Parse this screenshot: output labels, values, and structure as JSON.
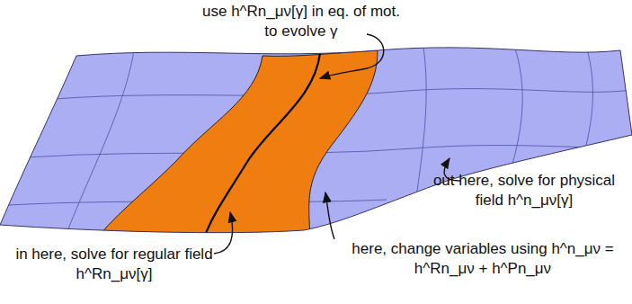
{
  "diagram": {
    "labels": [
      "use h^Rn_μν[γ] in eq. of mot. to evolve γ",
      "out here, solve for physical field h^n_μν[γ]",
      "here, change variables using h^n_μν = h^Rn_μν + h^Pn_μν",
      "in here, solve for regular field h^Rn_μν[γ]"
    ]
  }
}
